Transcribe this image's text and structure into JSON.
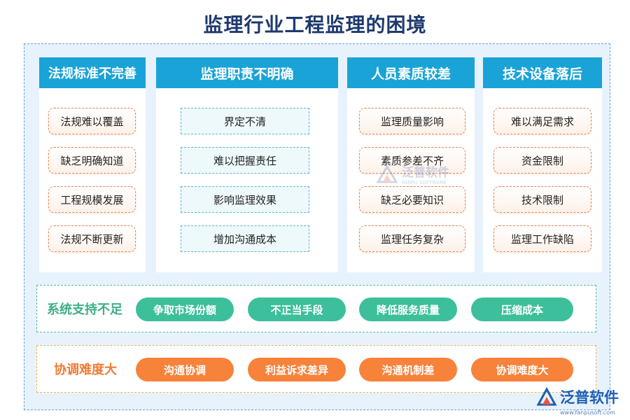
{
  "title": "监理行业工程监理的困境",
  "columns": [
    {
      "header": "法规标准不完善",
      "items": [
        "法规难以覆盖",
        "缺乏明确知道",
        "工程规模发展",
        "法规不断更新"
      ]
    },
    {
      "header": "监理职责不明确",
      "items": [
        "界定不清",
        "难以把握责任",
        "影响监理效果",
        "增加沟通成本"
      ]
    },
    {
      "header": "人员素质较差",
      "items": [
        "监理质量影响",
        "素质参差不齐",
        "缺乏必要知识",
        "监理任务复杂"
      ]
    },
    {
      "header": "技术设备落后",
      "items": [
        "难以满足需求",
        "资金限制",
        "技术限制",
        "监理工作缺陷"
      ]
    }
  ],
  "bands": [
    {
      "label": "系统支持不足",
      "items": [
        "争取市场份额",
        "不正当手段",
        "降低服务质量",
        "压缩成本"
      ],
      "color": "#3dbf9b"
    },
    {
      "label": "协调难度大",
      "items": [
        "沟通协调",
        "利益诉求差异",
        "沟通机制差",
        "协调难度大"
      ],
      "color": "#f7823a"
    }
  ],
  "brand": {
    "watermark_name": "泛普软件",
    "watermark_sub": "FANPU SOFTWARE",
    "logo_name": "泛普软件",
    "logo_url": "www.fanpusoft.com"
  },
  "colors": {
    "header": "#1aa3d7",
    "title": "#1e3a6e",
    "frame_bg": "#e8f2fc"
  }
}
